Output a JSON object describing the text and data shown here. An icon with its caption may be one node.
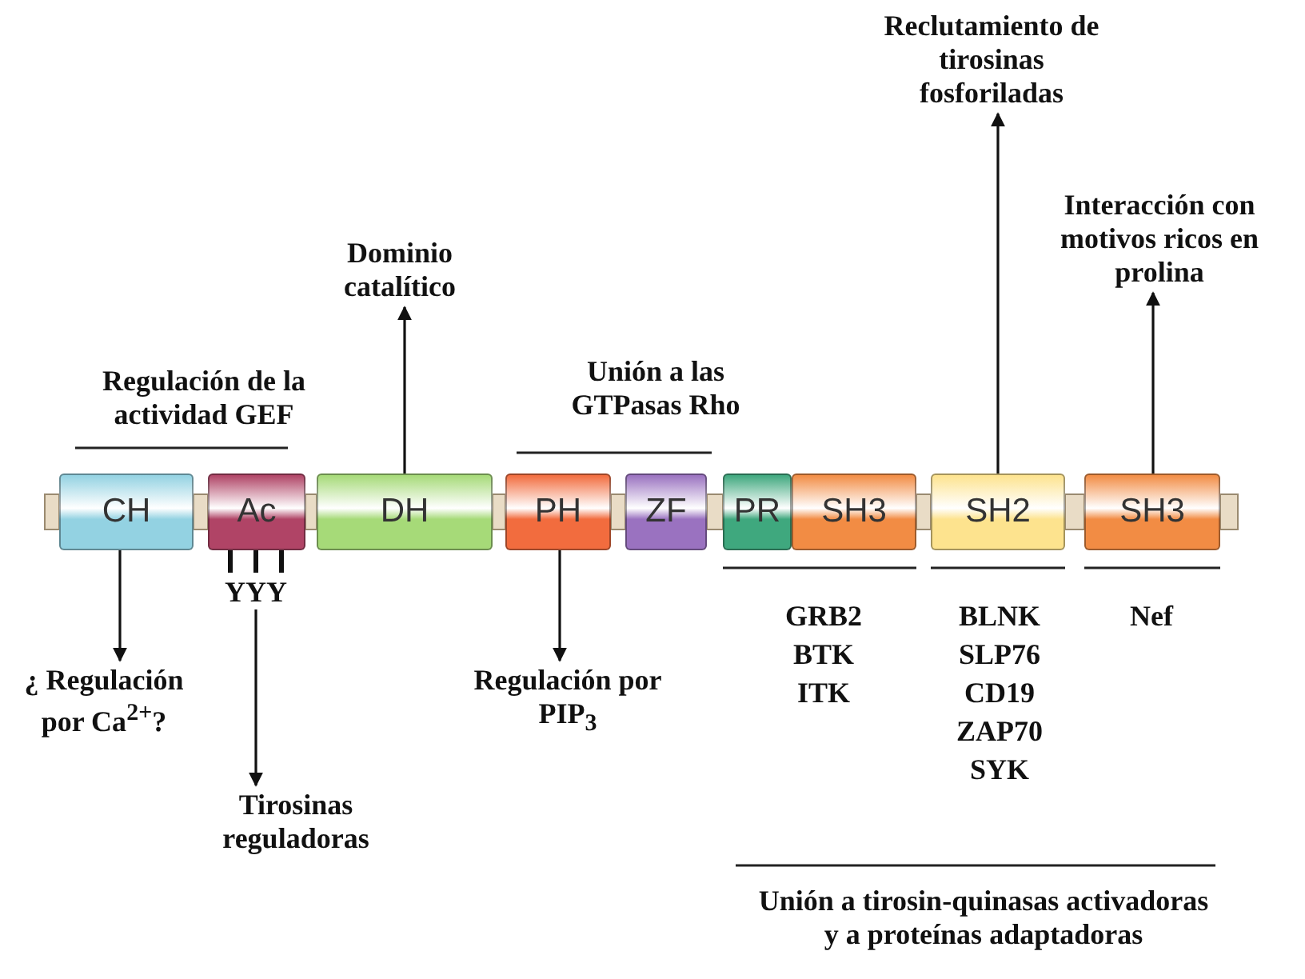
{
  "diagram": {
    "nodes": [
      {
        "text": [
          "CH"
        ]
      },
      {
        "text": [
          "Ac"
        ]
      },
      {
        "text": [
          "DH"
        ]
      },
      {
        "text": [
          "PH"
        ]
      },
      {
        "text": [
          "ZF"
        ]
      },
      {
        "text": [
          "PR"
        ]
      },
      {
        "text": [
          "SH3"
        ]
      },
      {
        "text": [
          "SH2"
        ]
      },
      {
        "text": [
          "SH3"
        ]
      },
      {
        "text": [
          "Dominio catalítico"
        ]
      },
      {
        "text": [
          "Reclutamiento de tirosinas fosforiladas"
        ]
      },
      {
        "text": [
          "Interacción con motivos ricos en prolina"
        ]
      },
      {
        "text": [
          "¿ Regulación por Ca$^{2+}$?"
        ]
      },
      {
        "text": [
          "YYY"
        ]
      },
      {
        "text": [
          "Tirosinas reguladoras"
        ]
      },
      {
        "text": [
          "Regulación por PIP$_{3}$"
        ]
      }
    ],
    "edges": [
      {
        "from": 2,
        "to": 9,
        "arrow": "to"
      },
      {
        "from": 7,
        "to": 10,
        "arrow": "to"
      },
      {
        "from": 8,
        "to": 11,
        "arrow": "to"
      },
      {
        "from": 0,
        "to": 12,
        "arrow": "to"
      },
      {
        "from": 1,
        "to": 13,
        "arrow": "none"
      },
      {
        "from": 1,
        "to": 13,
        "arrow": "none"
      },
      {
        "from": 1,
        "to": 13,
        "arrow": "none"
      },
      {
        "from": 13,
        "to": 14,
        "arrow": "to"
      },
      {
        "from": 3,
        "to": 15,
        "arrow": "to"
      }
    ],
    "labels": [
      "Regulación de la actividad GEF",
      "Unión a las GTPasas Rho",
      "GRB2",
      "BTK",
      "ITK",
      "BLNK",
      "SLP76",
      "CD19",
      "ZAP70",
      "SYK",
      "Nef",
      "Unión a tirosin-quinasas activadoras y a proteínas adaptadoras"
    ]
  }
}
